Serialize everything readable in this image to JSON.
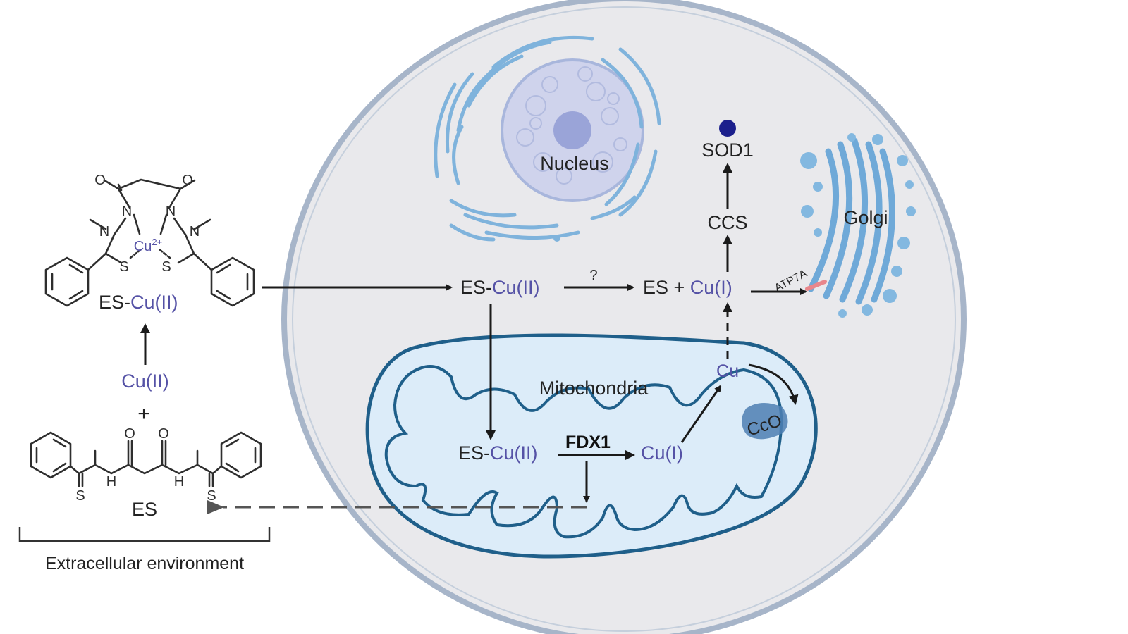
{
  "labels": {
    "nucleus": "Nucleus",
    "golgi": "Golgi",
    "atp7a": "ATP7A",
    "mitochondria": "Mitochondria",
    "sod1": "SOD1",
    "ccs": "CCS",
    "question_mark": "?",
    "fdx1": "FDX1",
    "cco": "CcO",
    "plus": "+",
    "extracellular": "Extracellular environment",
    "es": "ES"
  },
  "species": {
    "es_prefix": "ES-",
    "cu_ii": "Cu(II)",
    "cu_i": "Cu(I)",
    "cu": "Cu",
    "es_plus": "ES + ",
    "cu2_symbol": "Cu",
    "cu2_charge": "2+"
  },
  "atoms": {
    "o": "O",
    "n": "N",
    "s": "S",
    "h": "H"
  },
  "colors": {
    "cell_fill": "#e9e9ec",
    "cell_membrane": "#a7b5c9",
    "mito_fill": "#dcecf9",
    "mito_membrane": "#1f5f8a",
    "copper_text": "#5552a6",
    "sod1_dot": "#1b1f8c",
    "atp7a_mark": "#e8868b",
    "cco_blob": "#4e7fb3"
  }
}
